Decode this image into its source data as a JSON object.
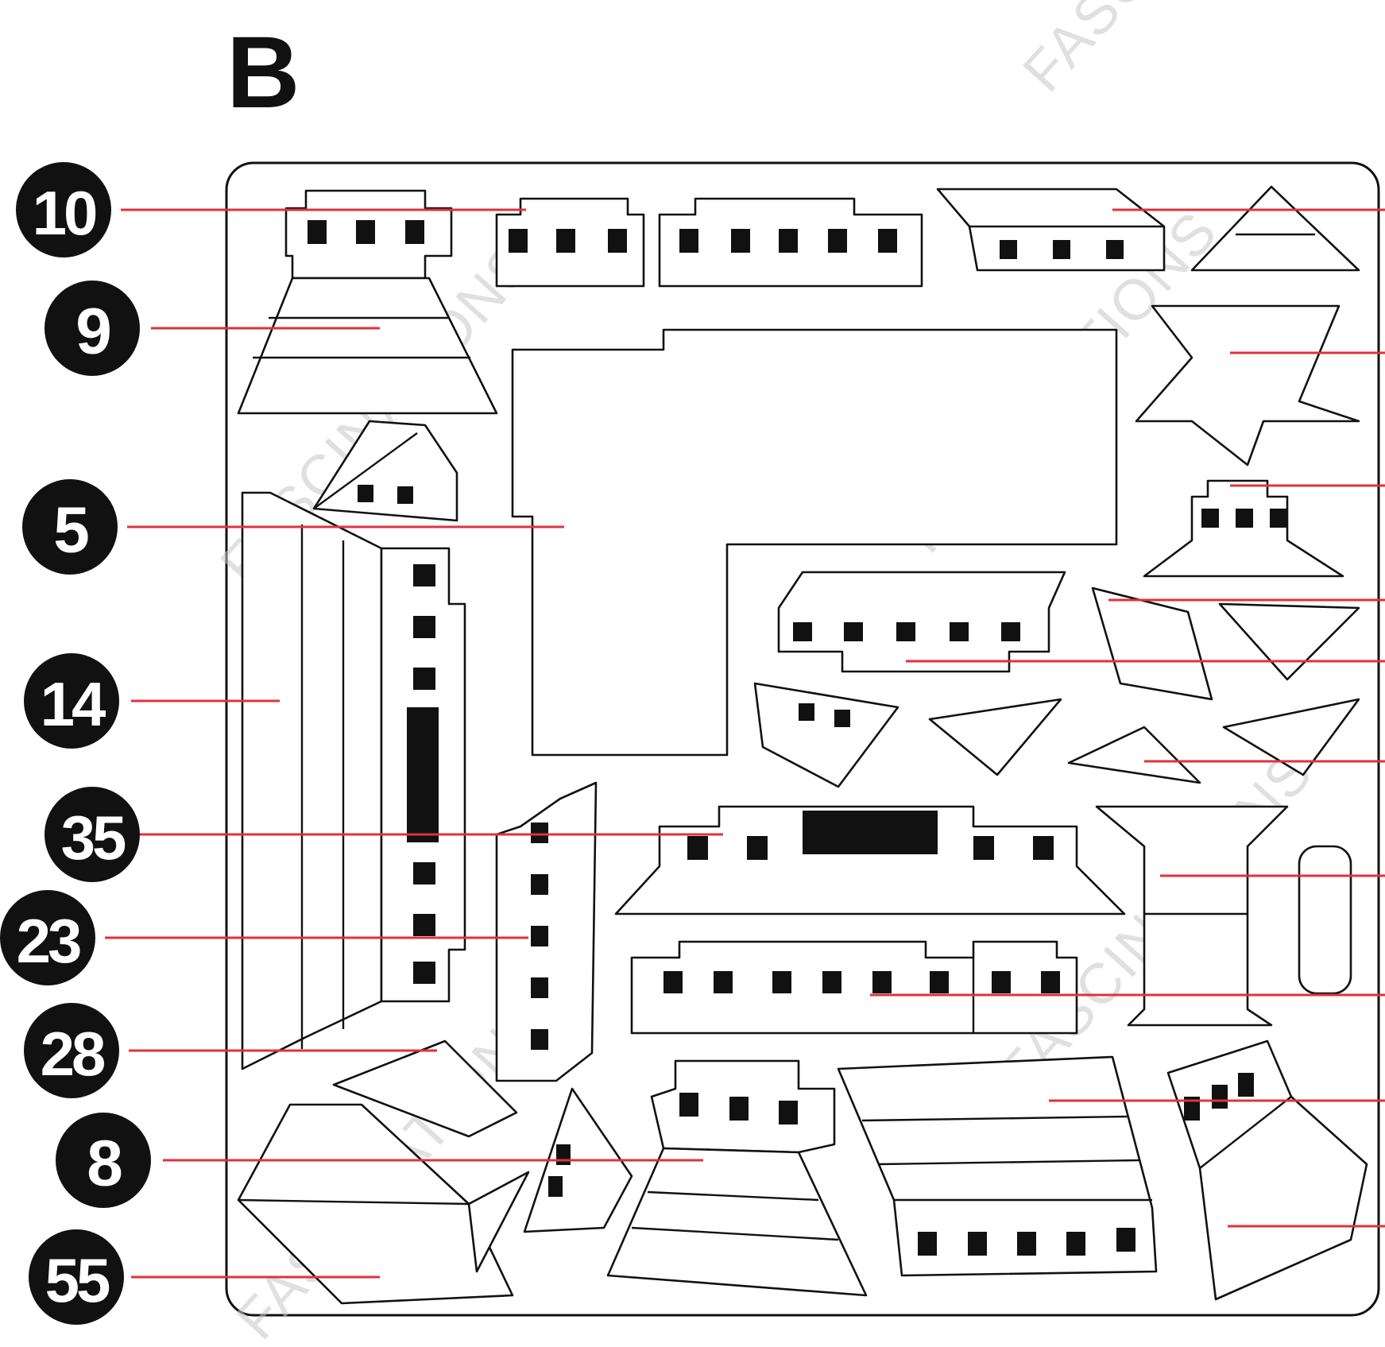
{
  "sheet": {
    "title": "B",
    "watermark": "FASCINATIONS"
  },
  "callouts": [
    {
      "id": "10",
      "label": "10"
    },
    {
      "id": "9",
      "label": "9"
    },
    {
      "id": "5",
      "label": "5"
    },
    {
      "id": "14",
      "label": "14"
    },
    {
      "id": "35",
      "label": "35"
    },
    {
      "id": "23",
      "label": "23"
    },
    {
      "id": "28",
      "label": "28"
    },
    {
      "id": "8",
      "label": "8"
    },
    {
      "id": "55",
      "label": "55"
    }
  ],
  "colors": {
    "leader_line": "#e0323c",
    "callout_bubble": "#111111",
    "outline": "#111111",
    "watermark": "#c8c8c8"
  }
}
